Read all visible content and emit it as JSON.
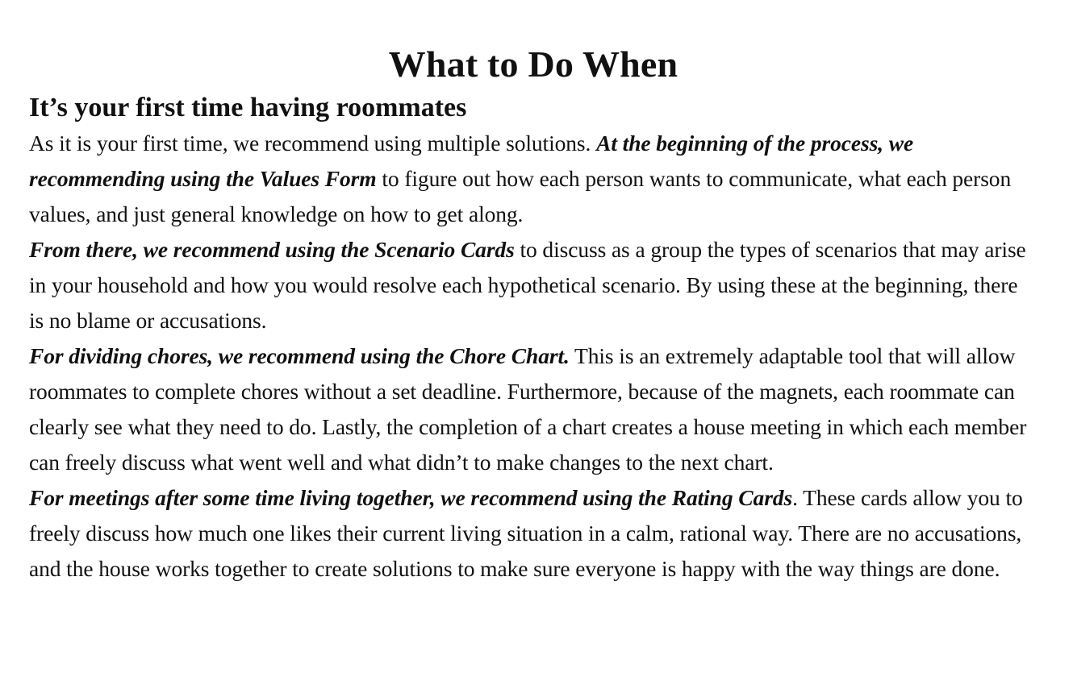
{
  "document": {
    "title": "What to Do When",
    "section": {
      "heading": "It’s your first time having roommates",
      "paragraphs": [
        {
          "lead": "As it is your first time, we recommend using multiple solutions. ",
          "emphasis": "At the beginning of the process, we recommending using the Values Form",
          "body": " to figure out how each person wants to communicate, what each person values, and just general knowledge on how to get along."
        },
        {
          "lead": "",
          "emphasis": "From there, we recommend using the Scenario Cards",
          "body": " to discuss as a group the types of scenarios that may arise in your household and how you would resolve each hypothetical scenario. By using these at the beginning, there is no blame or accusations."
        },
        {
          "lead": "",
          "emphasis": "For dividing chores, we recommend using the Chore Chart.",
          "body": " This is an extremely adaptable tool that will allow roommates to complete chores without a set deadline. Furthermore, because of the magnets, each roommate can clearly see what they need to do. Lastly, the completion of a chart creates a house meeting in which each member can freely discuss what went well and what didn’t to make changes to the next chart."
        },
        {
          "lead": "",
          "emphasis": "For meetings after some time living together, we recommend using the Rating Cards",
          "body": ". These cards allow you to freely discuss how much one likes their current living situation in a calm, rational way. There are no accusations, and the house works together to create solutions to make sure everyone is happy with the way things are done."
        }
      ]
    }
  }
}
